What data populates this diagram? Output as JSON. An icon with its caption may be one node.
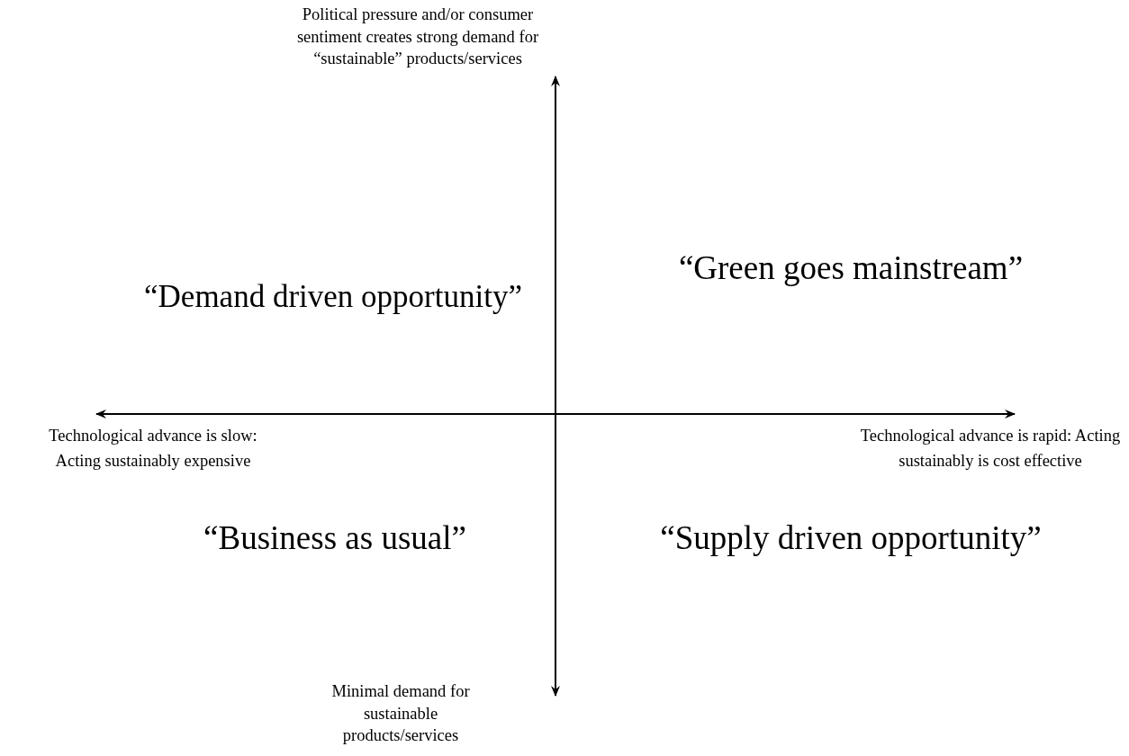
{
  "diagram": {
    "labels": [
      "Political pressure and/or consumer sentiment creates strong demand for “sustainable” products/services",
      "“Demand driven opportunity”",
      "“Green goes mainstream”",
      "Technological advance is slow: Acting sustainably expensive",
      "Technological advance is rapid: Acting sustainably is cost effective",
      "“Business as usual”",
      "“Supply driven opportunity”",
      "Minimal demand for sustainable products/services"
    ]
  }
}
